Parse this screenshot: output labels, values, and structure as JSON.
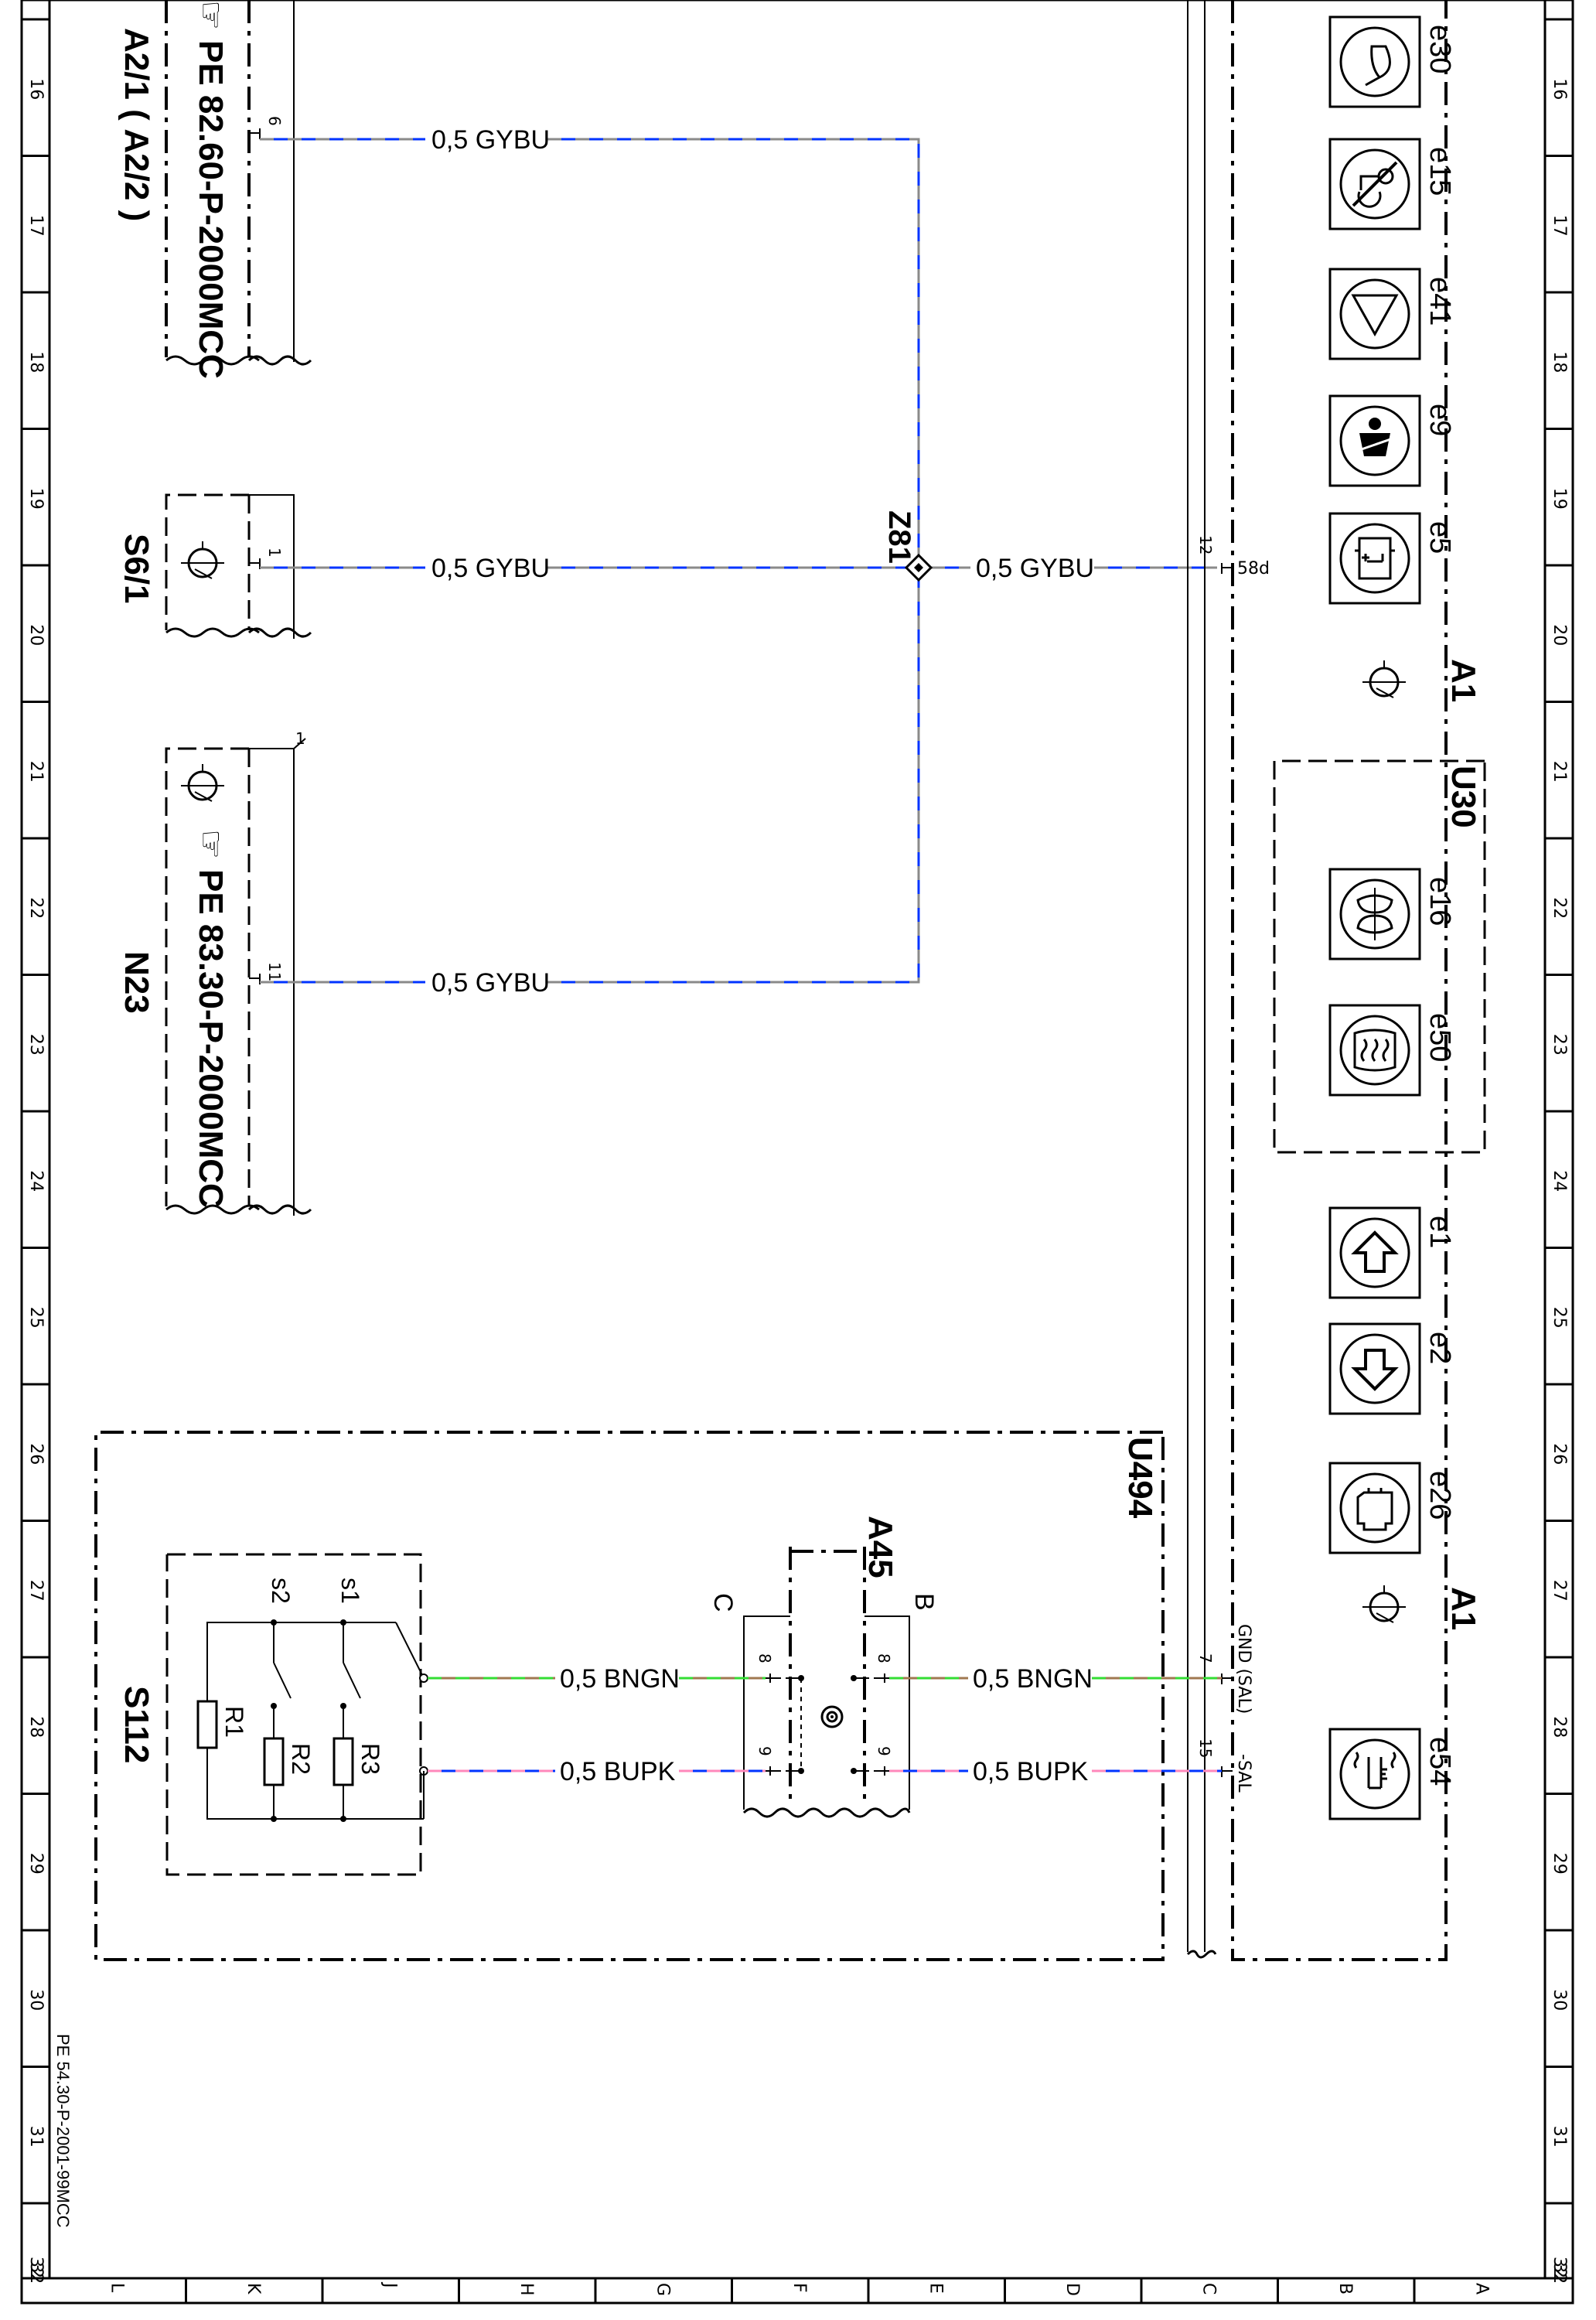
{
  "frame": {
    "row_numbers": [
      "16",
      "17",
      "18",
      "19",
      "20",
      "21",
      "22",
      "23",
      "24",
      "25",
      "26",
      "27",
      "28",
      "29",
      "30",
      "31",
      "32"
    ],
    "column_letters": [
      "L",
      "K",
      "J",
      "H",
      "G",
      "F",
      "E",
      "D",
      "C",
      "B",
      "A"
    ]
  },
  "components": {
    "a2_1": {
      "ref_line1": "PE 82.60-P-2000MCC",
      "ref_line2": "A2/1  ( A2/2 )",
      "pin": "6"
    },
    "s6_1": {
      "label": "S6/1",
      "pin": "1"
    },
    "n23": {
      "ref_line1": "PE 83.30-P-2000MCC",
      "label": "N23",
      "pin": "11",
      "side_pin": "1"
    },
    "z81": {
      "label": "Z81"
    },
    "a1": {
      "label": "A1",
      "label2": "A1",
      "pin_58d_num": "12",
      "pin_58d": "58d",
      "pin_gnd_num": "7",
      "pin_gnd": "GND (SAL)",
      "pin_sal_num": "15",
      "pin_sal": "-SAL"
    },
    "u30": {
      "label": "U30"
    },
    "u494": {
      "label": "U494"
    },
    "a45": {
      "label": "A45",
      "side_c": "C",
      "side_b": "B",
      "pin8a": "8",
      "pin9a": "9",
      "pin8b": "8",
      "pin9b": "9"
    },
    "s112": {
      "label": "S112",
      "s1": "s1",
      "s2": "s2",
      "r1": "R1",
      "r2": "R2",
      "r3": "R3"
    }
  },
  "wires": {
    "w1": "0,5 GYBU",
    "w2": "0,5 GYBU",
    "w3": "0,5 GYBU",
    "w4": "0,5 GYBU",
    "w5": "0,5 BNGN",
    "w6": "0,5 BNGN",
    "w7": "0,5 BUPK",
    "w8": "0,5 BUPK"
  },
  "indicators": [
    {
      "code": "e30",
      "icon": "oil-pressure-icon"
    },
    {
      "code": "e15",
      "icon": "airbag-off-icon"
    },
    {
      "code": "e41",
      "icon": "warning-triangle-icon"
    },
    {
      "code": "e9",
      "icon": "seatbelt-icon"
    },
    {
      "code": "e5",
      "icon": "battery-icon"
    },
    {
      "code": "e16",
      "icon": "fog-lamp-icon"
    },
    {
      "code": "e50",
      "icon": "heated-window-icon"
    },
    {
      "code": "e1",
      "icon": "arrow-up-icon"
    },
    {
      "code": "e2",
      "icon": "arrow-down-icon"
    },
    {
      "code": "e26",
      "icon": "engine-icon"
    },
    {
      "code": "e54",
      "icon": "coolant-temp-icon"
    }
  ],
  "footer_ref": "PE 54.30-P-2001-99MCC",
  "colors": {
    "gray": "#8a8a8a",
    "blue": "#0033ff",
    "brown": "#a07850",
    "green": "#33dd33",
    "pink": "#ff88bb"
  }
}
